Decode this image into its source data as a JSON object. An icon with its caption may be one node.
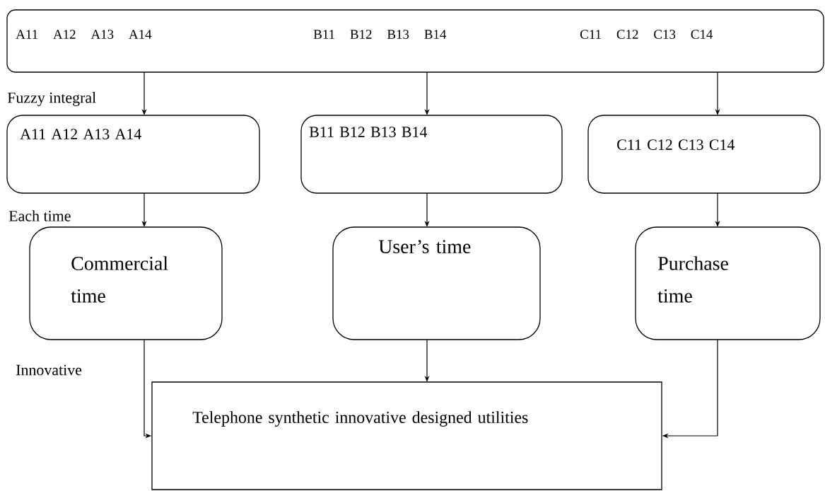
{
  "diagram": {
    "nodes": [
      {
        "text": [
          "A11 A12 A13 A14",
          "B11 B12 B13 B14",
          "C11 C12 C13 C14"
        ]
      },
      {
        "text": [
          "A11 A12 A13 A14"
        ]
      },
      {
        "text": [
          "B11 B12 B13 B14"
        ]
      },
      {
        "text": [
          "C11 C12 C13 C14"
        ]
      },
      {
        "text": [
          "Commercial time"
        ]
      },
      {
        "text": [
          "User’s time"
        ]
      },
      {
        "text": [
          "Purchase time"
        ]
      },
      {
        "text": [
          "Telephone synthetic innovative designed utilities"
        ]
      }
    ],
    "edges": [
      {
        "from": 0,
        "to": 1,
        "arrow": "to"
      },
      {
        "from": 0,
        "to": 2,
        "arrow": "to"
      },
      {
        "from": 0,
        "to": 3,
        "arrow": "to"
      },
      {
        "from": 1,
        "to": 4,
        "arrow": "to"
      },
      {
        "from": 2,
        "to": 5,
        "arrow": "to"
      },
      {
        "from": 3,
        "to": 6,
        "arrow": "to"
      },
      {
        "from": 4,
        "to": 7,
        "arrow": "to"
      },
      {
        "from": 5,
        "to": 7,
        "arrow": "to"
      },
      {
        "from": 6,
        "to": 7,
        "arrow": "to"
      }
    ],
    "labels": [
      "Fuzzy integral",
      "Each time",
      "Innovative"
    ]
  }
}
